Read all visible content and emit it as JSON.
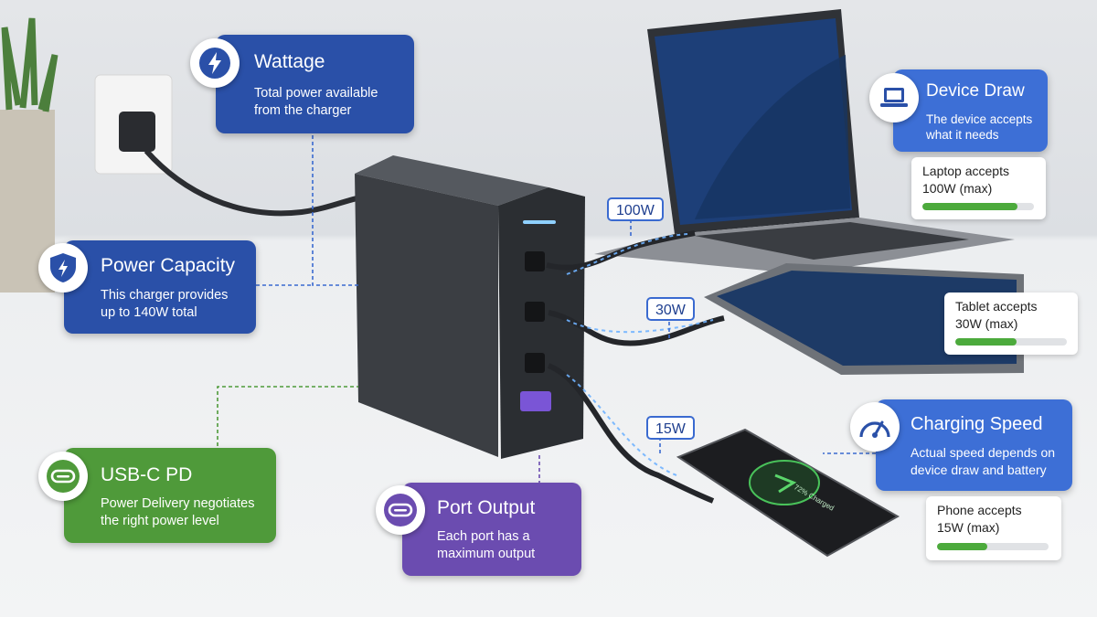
{
  "callouts": {
    "wattage": {
      "title": "Wattage",
      "desc_1": "Total power available",
      "desc_2": "from the charger",
      "icon": "lightning-icon"
    },
    "power_capacity": {
      "title": "Power Capacity",
      "desc_1": "This charger provides",
      "desc_2": "up to 140W total",
      "icon": "shield-bolt-icon"
    },
    "usbc_pd": {
      "title": "USB-C PD",
      "desc_1": "Power Delivery negotiates",
      "desc_2": "the right power level",
      "icon": "usb-c-icon"
    },
    "port_output": {
      "title": "Port Output",
      "desc_1": "Each port has a",
      "desc_2": "maximum output",
      "icon": "usb-c-icon"
    },
    "device_draw": {
      "title": "Device Draw",
      "desc_1": "The device accepts",
      "desc_2": "what it needs",
      "icon": "laptop-icon"
    },
    "charging_speed": {
      "title": "Charging Speed",
      "desc_1": "Actual speed depends on",
      "desc_2": "device draw and battery",
      "icon": "speedometer-icon"
    }
  },
  "port_labels": {
    "port1": "100W",
    "port2": "30W",
    "port3": "15W"
  },
  "devices": {
    "laptop": {
      "line_1": "Laptop accepts",
      "line_2": "100W (max)",
      "level": 0.85
    },
    "tablet": {
      "line_1": "Tablet accepts",
      "line_2": "30W (max)",
      "level": 0.55
    },
    "phone": {
      "line_1": "Phone accepts",
      "line_2": "15W (max)",
      "level": 0.45
    }
  },
  "phone_screen": {
    "status": "72% Charged"
  },
  "colors": {
    "navy": "#2a50a8",
    "green": "#4f9a3a",
    "purple": "#6b4cb0",
    "sky": "#3d6fd6",
    "bar": "#4caa3c"
  }
}
